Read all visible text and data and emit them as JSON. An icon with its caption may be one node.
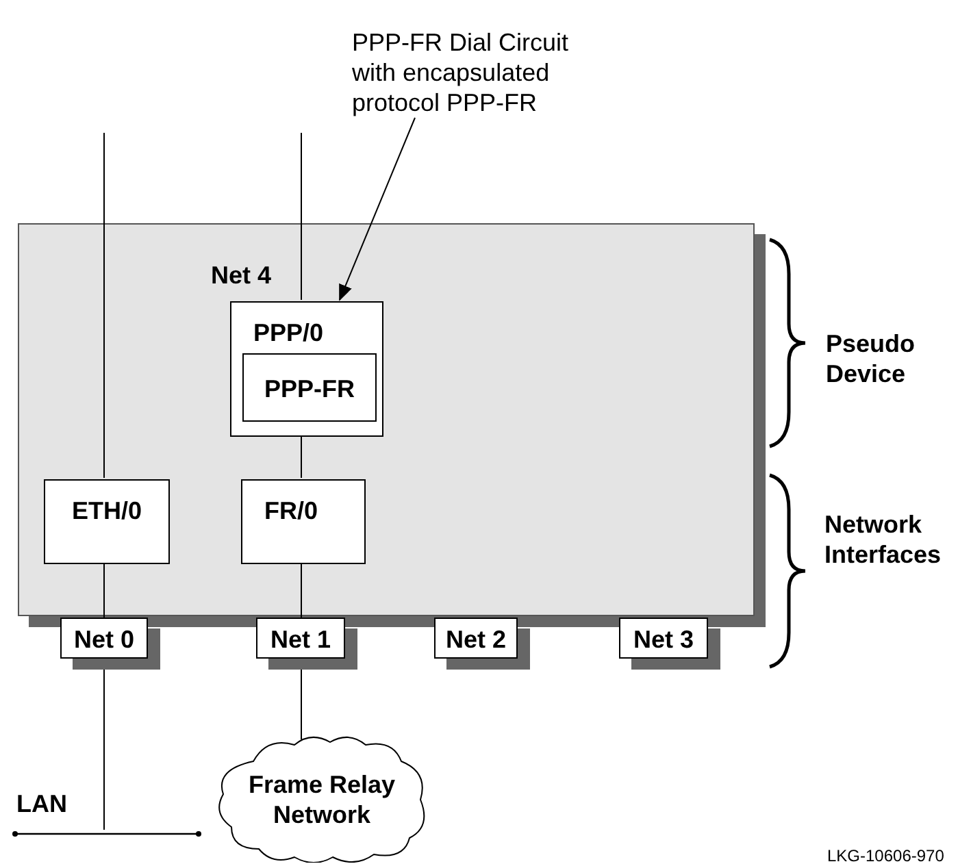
{
  "diagram": {
    "nodes": [
      {
        "text": [],
        "shape": "box"
      },
      {
        "text": [
          "Net 4",
          "PPP/0"
        ],
        "in": 0
      },
      {
        "text": [
          "PPP-FR"
        ],
        "in": 1
      },
      {
        "text": [
          "ETH/0"
        ],
        "in": 0
      },
      {
        "text": [
          "FR/0"
        ],
        "in": 0
      },
      {
        "text": [
          "Net 0"
        ]
      },
      {
        "text": [
          "Net 1"
        ]
      },
      {
        "text": [
          "Net 2"
        ]
      },
      {
        "text": [
          "Net 3"
        ]
      },
      {
        "text": [
          "Frame Relay Network"
        ]
      },
      {
        "text": [],
        "shape": "bar",
        "beside": [
          "LAN"
        ]
      },
      {
        "text": [
          "PPP-FR Dial Circuit with encapsulated protocol PPP-FR"
        ]
      }
    ],
    "edges": [
      {
        "from": null,
        "to": 3,
        "arrow": "none"
      },
      {
        "from": null,
        "to": 1,
        "arrow": "none"
      },
      {
        "from": 11,
        "to": 1,
        "arrow": "to"
      },
      {
        "from": 1,
        "to": 4,
        "arrow": "none"
      },
      {
        "from": 3,
        "to": 5,
        "arrow": "none"
      },
      {
        "from": 4,
        "to": 6,
        "arrow": "none"
      },
      {
        "from": 5,
        "to": 10,
        "arrow": "none"
      },
      {
        "from": 6,
        "to": 9,
        "arrow": "none"
      }
    ],
    "labels": [
      "Pseudo Device",
      "Network Interfaces",
      "LKG-10606-970"
    ]
  }
}
